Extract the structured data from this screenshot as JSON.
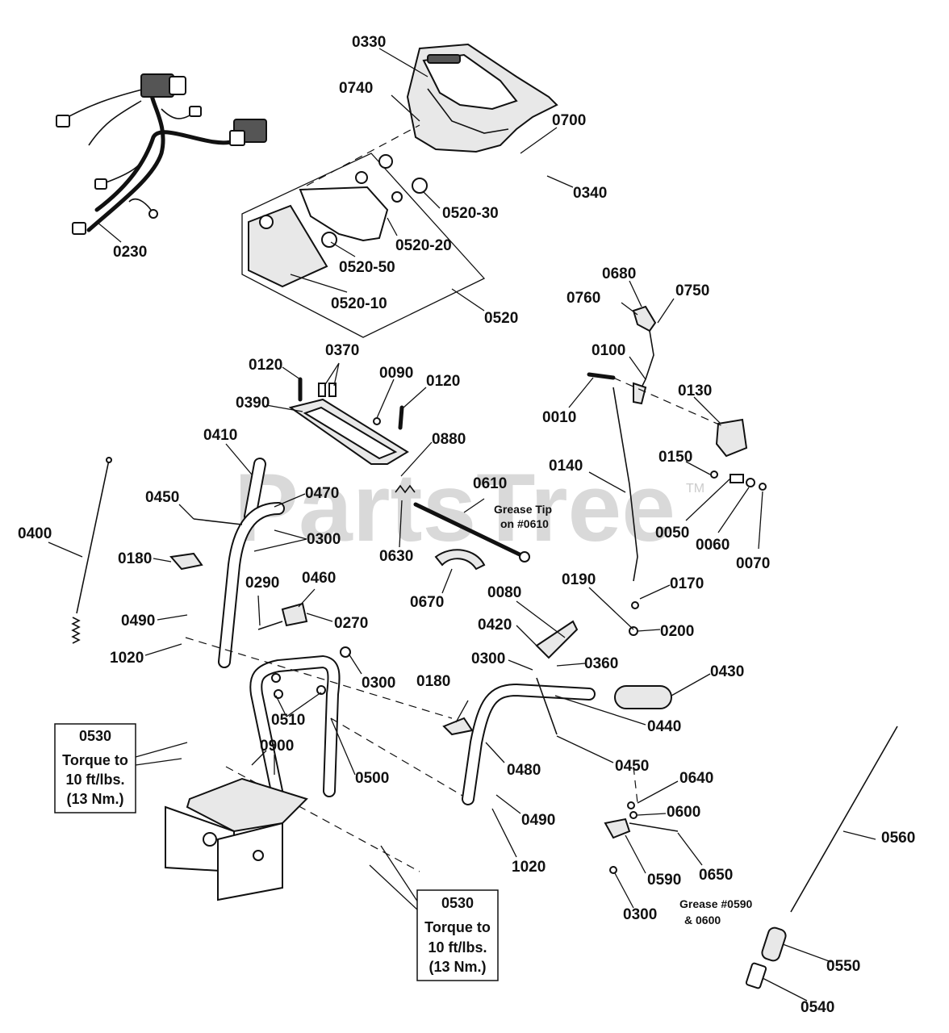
{
  "watermark": {
    "text": "PartsTree",
    "tm": "TM"
  },
  "labels": [
    "0330",
    "0740",
    "0700",
    "0340",
    "0520-30",
    "0520-20",
    "0520-50",
    "0520-10",
    "0520",
    "0230",
    "0680",
    "0760",
    "0750",
    "0100",
    "0010",
    "0130",
    "0150",
    "0050",
    "0060",
    "0070",
    "0140",
    "0190",
    "0170",
    "0200",
    "0120",
    "0370",
    "0090",
    "0120",
    "0390",
    "0880",
    "0410",
    "0470",
    "0450",
    "0300",
    "0400",
    "0180",
    "0630",
    "0610",
    "0670",
    "0290",
    "0460",
    "0270",
    "0490",
    "1020",
    "0300",
    "0510",
    "0900",
    "0500",
    "0080",
    "0420",
    "0300",
    "0360",
    "0430",
    "0180",
    "0440",
    "0480",
    "0450",
    "0490",
    "1020",
    "0640",
    "0600",
    "0650",
    "0590",
    "0300",
    "0560",
    "0550",
    "0540"
  ],
  "notes": {
    "grease_tip_line1": "Grease Tip",
    "grease_tip_line2": "on #0610",
    "grease_590_line1": "Grease #0590",
    "grease_590_line2": "& 0600"
  },
  "torque_boxes": [
    {
      "part": "0530",
      "line1": "Torque to",
      "line2": "10 ft/lbs.",
      "line3": "(13 Nm.)"
    },
    {
      "part": "0530",
      "line1": "Torque to",
      "line2": "10 ft/lbs.",
      "line3": "(13 Nm.)"
    }
  ]
}
